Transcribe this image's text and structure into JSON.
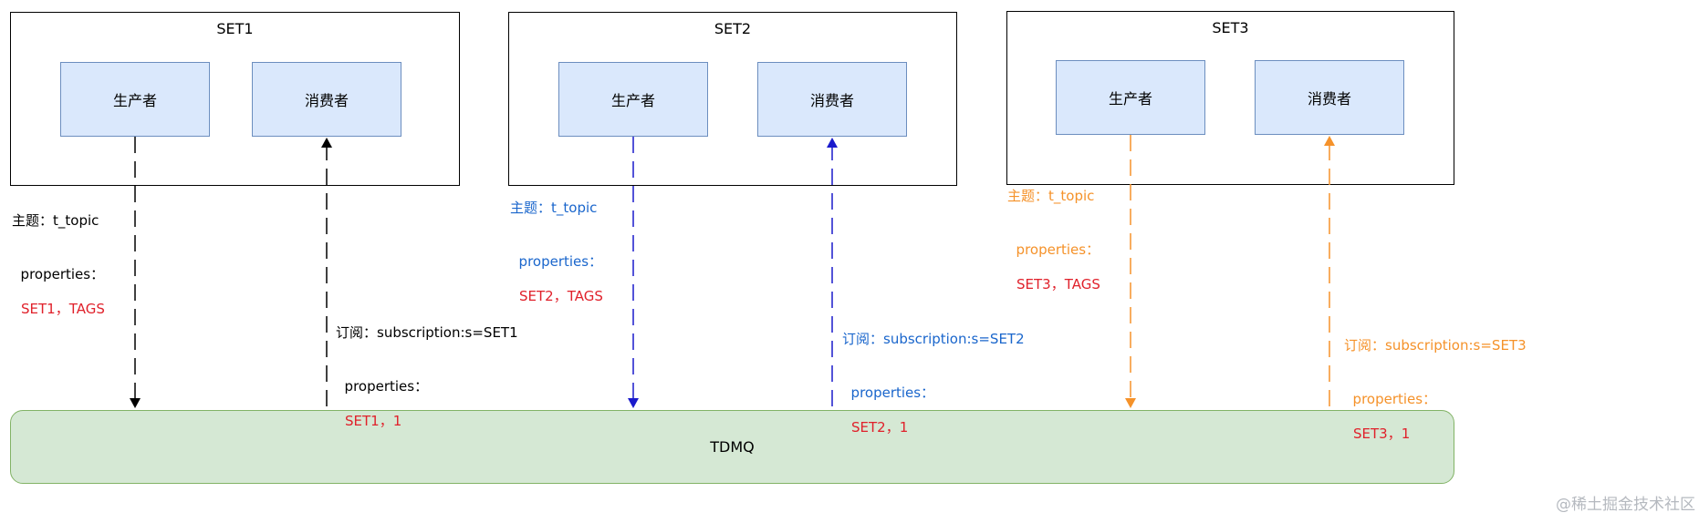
{
  "sets": [
    {
      "title": "SET1",
      "producer": "生产者",
      "consumer": "消费者",
      "color": "#000000",
      "topic_label": "主题：t_topic",
      "pub_props_label": "properties：",
      "pub_props_value": "SET1，TAGS",
      "sub_label": "订阅：subscription:s=SET1",
      "sub_props_label": "properties：",
      "sub_props_value": "SET1，1"
    },
    {
      "title": "SET2",
      "producer": "生产者",
      "consumer": "消费者",
      "color": "#1a1acc",
      "topic_label": "主题：t_topic",
      "pub_props_label": "properties：",
      "pub_props_value": "SET2，TAGS",
      "sub_label": "订阅：subscription:s=SET2",
      "sub_props_label": "properties：",
      "sub_props_value": "SET2，1"
    },
    {
      "title": "SET3",
      "producer": "生产者",
      "consumer": "消费者",
      "color": "#f5922a",
      "topic_label": "主题：t_topic",
      "pub_props_label": "properties：",
      "pub_props_value": "SET3，TAGS",
      "sub_label": "订阅：subscription:s=SET3",
      "sub_props_label": "properties：",
      "sub_props_value": "SET3，1"
    }
  ],
  "broker": "TDMQ",
  "watermark": "@稀土掘金技术社区",
  "colors": {
    "node_fill": "#dae8fc",
    "node_border": "#6c8ebf",
    "broker_fill": "#d5e8d4",
    "broker_border": "#82b366",
    "value_red": "#e0212b",
    "label_blue": "#1a66cc",
    "label_orange": "#f5922a"
  }
}
